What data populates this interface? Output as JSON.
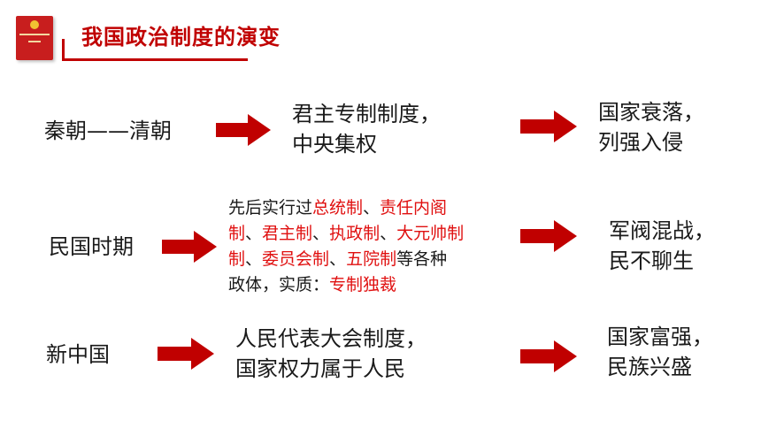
{
  "header": {
    "title": "我国政治制度的演变"
  },
  "colors": {
    "accent": "#c00000",
    "highlight": "#e01010"
  },
  "rows": [
    {
      "period": "秦朝——清朝",
      "system_lines": [
        "君主专制制度，",
        "中央集权"
      ],
      "result_lines": [
        "国家衰落，",
        "列强入侵"
      ]
    },
    {
      "period": "民国时期",
      "system": {
        "prefix": "先后实行过",
        "items": [
          "总统制",
          "责任内阁制",
          "君主制",
          "执政制",
          "大元帅制",
          "委员会制",
          "五院制"
        ],
        "line1_tail_red": "责任内阁",
        "line2_head_red": "制",
        "sep": "、",
        "suffix": "等各种",
        "line4_prefix": "政体，实质：",
        "essence": "专制独裁"
      },
      "result_lines": [
        "军阀混战，",
        "民不聊生"
      ]
    },
    {
      "period": "新中国",
      "system_lines": [
        "人民代表大会制度，",
        "国家权力属于人民"
      ],
      "result_lines": [
        "国家富强，",
        "民族兴盛"
      ]
    }
  ]
}
